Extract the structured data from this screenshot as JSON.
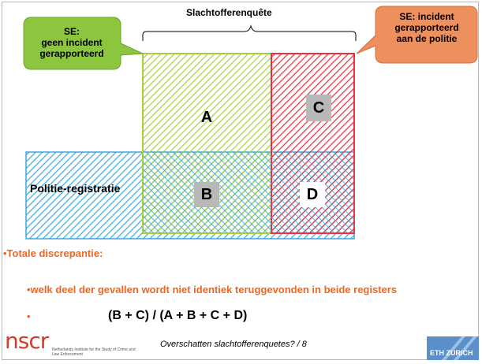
{
  "title": "Slachtofferenquête",
  "callout_left": {
    "line1": "SE:",
    "line2": "geen incident",
    "line3": "gerapporteerd"
  },
  "callout_right": {
    "line1": "SE: incident",
    "line2": "gerapporteerd",
    "line3": "aan de  politie"
  },
  "cells": {
    "a": "A",
    "b": "B",
    "c": "C",
    "d": "D"
  },
  "register_label": "Politie-registratie",
  "bullets": {
    "heading": "•Totale discrepantie:",
    "sub": "•welk deel der gevallen wordt niet identiek teruggevonden in beide registers",
    "marker": "•",
    "formula": "(B + C) / (A + B + C + D)"
  },
  "footer": {
    "caption": "Overschatten  slachtofferenquetes? / 8",
    "logo": "nscr",
    "logo_subtitle": "Netherlands Institute for the Study of Crime and Law Enforcement",
    "eth": "ETH ZURICH"
  },
  "colors": {
    "green_hatch": "#a8cf3a",
    "red_hatch": "#ee2c3c",
    "blue_hatch": "#36a9e1",
    "callout_green": "#8cc63f",
    "callout_orange": "#ee8f5e",
    "accent_text": "#f26522"
  }
}
